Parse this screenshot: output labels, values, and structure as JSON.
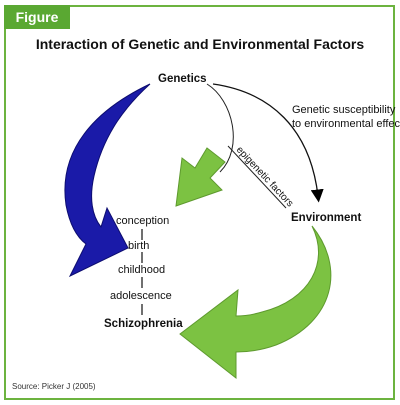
{
  "badge": "Figure",
  "title": "Interaction of Genetic and Environmental Factors",
  "nodes": {
    "genetics": "Genetics",
    "environment": "Environment",
    "schizophrenia": "Schizophrenia"
  },
  "edges": {
    "epigenetic": "epigenetic factors",
    "susceptibility_line1": "Genetic susceptibility",
    "susceptibility_line2": "to environmental effects"
  },
  "stages": [
    "conception",
    "birth",
    "childhood",
    "adolescence"
  ],
  "source": "Source: Picker J (2005)",
  "colors": {
    "frame": "#6cb33f",
    "badge": "#5aa832",
    "blue_arrow": "#1a1aa8",
    "green_arrow": "#7cc242"
  }
}
